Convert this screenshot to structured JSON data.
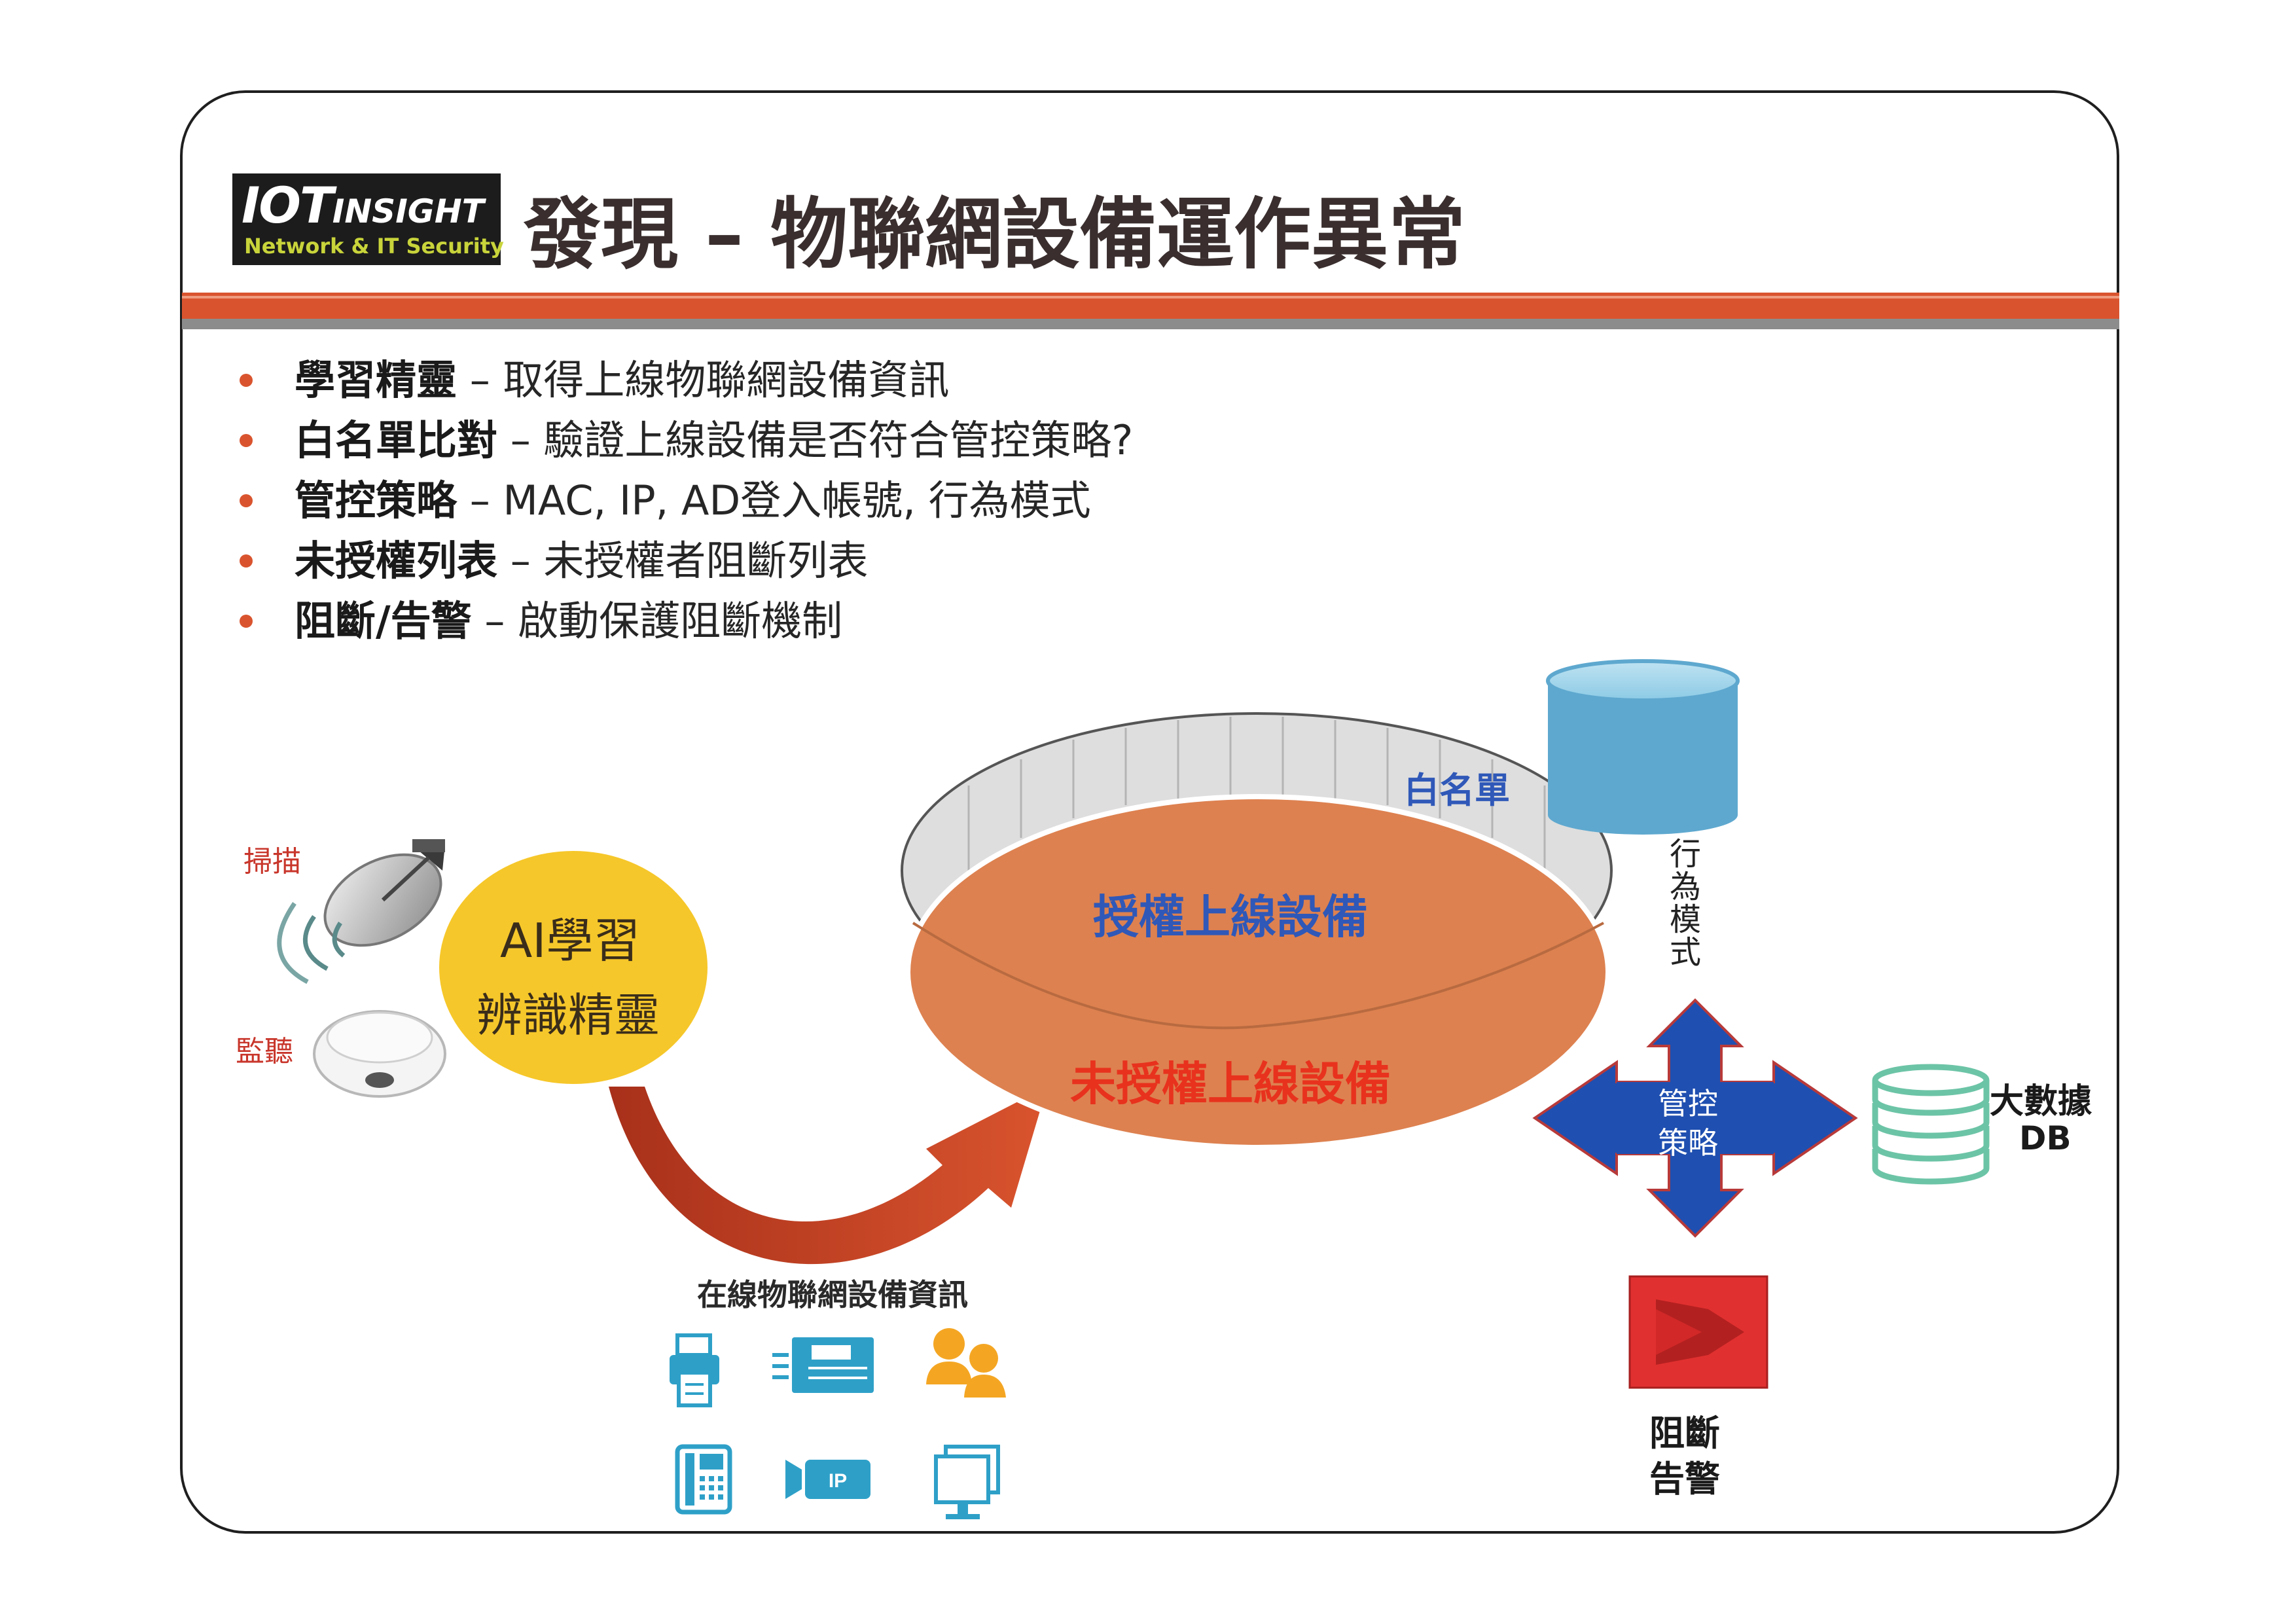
{
  "logo": {
    "line1_main": "IOT",
    "line1_sub": "INSIGHT",
    "line2": "Network & IT Security"
  },
  "title": "發現 – 物聯網設備運作異常",
  "bullets": [
    {
      "term": "學習精靈",
      "desc": " – 取得上線物聯網設備資訊"
    },
    {
      "term": "白名單比對",
      "desc": " – 驗證上線設備是否符合管控策略?"
    },
    {
      "term": "管控策略",
      "desc": " – MAC, IP, AD登入帳號, 行為模式"
    },
    {
      "term": "未授權列表",
      "desc": " – 未授權者阻斷列表"
    },
    {
      "term": "阻斷/告警",
      "desc": " – 啟動保護阻斷機制"
    }
  ],
  "diagram": {
    "scan_label": "掃描",
    "listen_label": "監聽",
    "ai_line1": "AI學習",
    "ai_line2": "辨識精靈",
    "whitelist_label": "白名單",
    "authorized_label": "授權上線設備",
    "unauthorized_label": "未授權上線設備",
    "behavior_chars": [
      "行",
      "為",
      "模",
      "式"
    ],
    "policy_line1": "管控",
    "policy_line2": "策略",
    "bigdata_line1": "大數據",
    "bigdata_line2": "DB",
    "online_info_label": "在線物聯網設備資訊",
    "block_line1": "阻斷",
    "block_line2": "告警",
    "ip_tag": "IP"
  },
  "colors": {
    "accent_orange": "#d9542e",
    "ellipse_orange": "#dd8150",
    "authorized_text": "#2f58b8",
    "unauthorized_text": "#e8321e",
    "ai_yellow": "#f6c72a",
    "db_blue": "#5ea8cf",
    "policy_blue": "#1f4fb0",
    "bigdata_green": "#6cc4a6",
    "block_red": "#e13030",
    "icon_teal": "#2ea0c8",
    "people_orange": "#f4a623"
  }
}
